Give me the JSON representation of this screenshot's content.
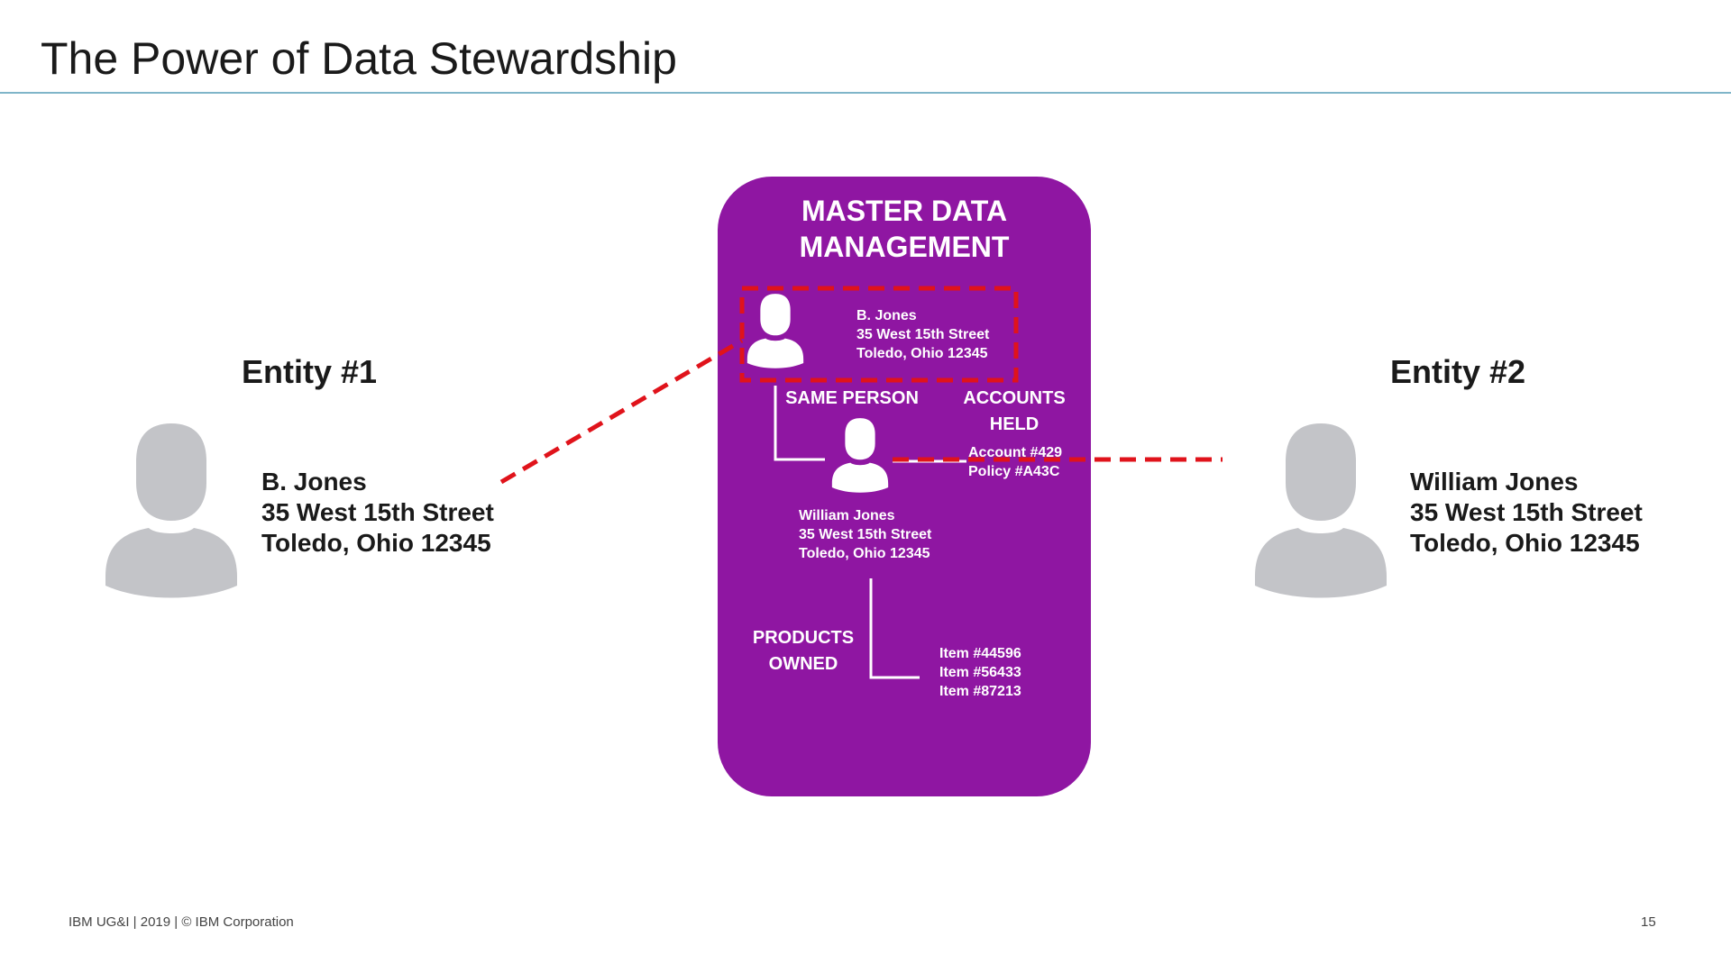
{
  "slide": {
    "title": "The Power of Data Stewardship",
    "footer": "IBM UG&I | 2019 | © IBM Corporation",
    "page_number": "15"
  },
  "colors": {
    "accent_purple": "#8f16a2",
    "link_red": "#e0131b",
    "person_gray": "#c3c4c8",
    "rule_teal": "#7fb5c9"
  },
  "entity1": {
    "label": "Entity #1",
    "icon": "person-icon",
    "name": "B. Jones",
    "street": "35 West 15th Street",
    "city": "Toledo, Ohio 12345"
  },
  "entity2": {
    "label": "Entity #2",
    "icon": "person-icon",
    "name": "William Jones",
    "street": "35 West 15th Street",
    "city": "Toledo, Ohio 12345"
  },
  "mdm": {
    "title_line1": "MASTER DATA",
    "title_line2": "MANAGEMENT",
    "record1": {
      "name": "B. Jones",
      "street": "35 West 15th Street",
      "city": "Toledo, Ohio 12345"
    },
    "same_person_label": "SAME PERSON",
    "accounts_label_line1": "ACCOUNTS",
    "accounts_label_line2": "HELD",
    "accounts": [
      "Account #429",
      "Policy #A43C"
    ],
    "record2": {
      "name": "William Jones",
      "street": "35 West 15th Street",
      "city": "Toledo, Ohio 12345"
    },
    "products_label_line1": "PRODUCTS",
    "products_label_line2": "OWNED",
    "products": [
      "Item #44596",
      "Item #56433",
      "Item #87213"
    ]
  }
}
